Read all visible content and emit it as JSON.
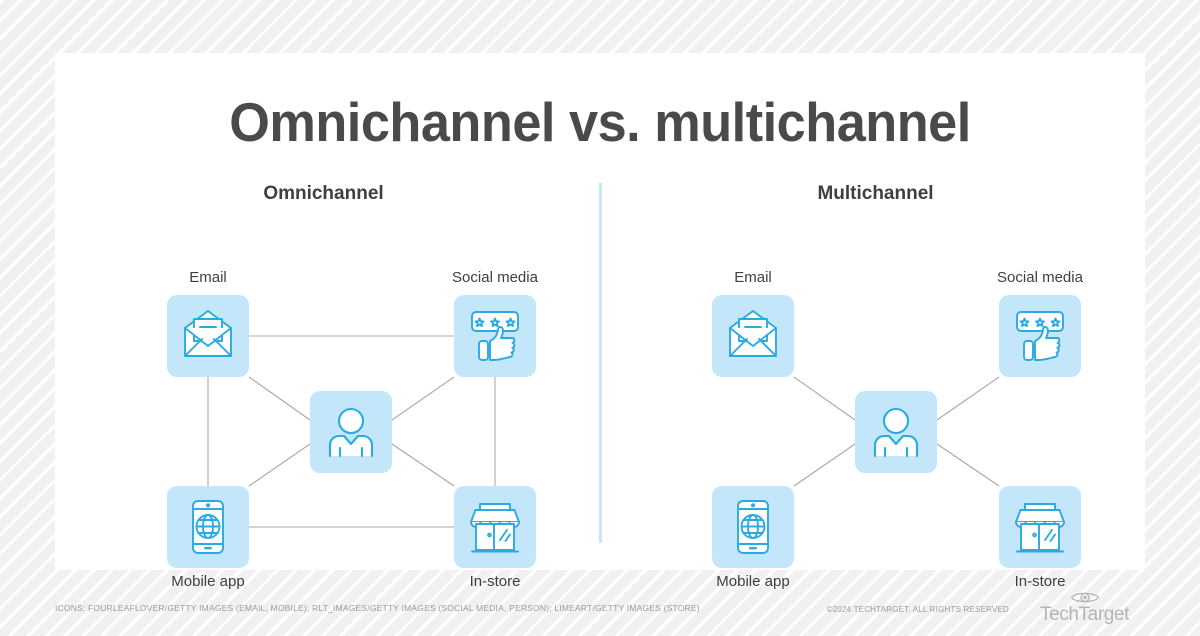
{
  "page": {
    "title": "Omnichannel vs. multichannel",
    "background": "#f1f1f1",
    "card_background": "#ffffff",
    "accent_color": "#29abe2",
    "tile_color": "#c3e6fa",
    "divider_color": "#c7e7f8",
    "connector_color": "#a8a8a8",
    "title_color": "#4a4a4a"
  },
  "panels": [
    {
      "id": "omnichannel",
      "heading": "Omnichannel",
      "nodes": [
        {
          "key": "email",
          "label": "Email",
          "icon": "envelope-icon",
          "label_position": "top"
        },
        {
          "key": "social",
          "label": "Social media",
          "icon": "thumbs-up-icon",
          "label_position": "top"
        },
        {
          "key": "person",
          "label": "",
          "icon": "person-icon",
          "label_position": "none"
        },
        {
          "key": "mobile",
          "label": "Mobile app",
          "icon": "smartphone-icon",
          "label_position": "bottom"
        },
        {
          "key": "store",
          "label": "In-store",
          "icon": "storefront-icon",
          "label_position": "bottom"
        }
      ],
      "connections": [
        [
          "email",
          "social"
        ],
        [
          "email",
          "mobile"
        ],
        [
          "social",
          "store"
        ],
        [
          "mobile",
          "store"
        ],
        [
          "email",
          "person"
        ],
        [
          "social",
          "person"
        ],
        [
          "mobile",
          "person"
        ],
        [
          "store",
          "person"
        ]
      ]
    },
    {
      "id": "multichannel",
      "heading": "Multichannel",
      "nodes": [
        {
          "key": "email",
          "label": "Email",
          "icon": "envelope-icon",
          "label_position": "top"
        },
        {
          "key": "social",
          "label": "Social media",
          "icon": "thumbs-up-icon",
          "label_position": "top"
        },
        {
          "key": "person",
          "label": "",
          "icon": "person-icon",
          "label_position": "none"
        },
        {
          "key": "mobile",
          "label": "Mobile app",
          "icon": "smartphone-icon",
          "label_position": "bottom"
        },
        {
          "key": "store",
          "label": "In-store",
          "icon": "storefront-icon",
          "label_position": "bottom"
        }
      ],
      "connections": [
        [
          "email",
          "person"
        ],
        [
          "social",
          "person"
        ],
        [
          "mobile",
          "person"
        ],
        [
          "store",
          "person"
        ]
      ]
    }
  ],
  "footer": {
    "credits": "ICONS: FOURLEAFLOVER/GETTY IMAGES (EMAIL, MOBILE); RLT_IMAGES/GETTY IMAGES (SOCIAL MEDIA, PERSON); LIMEART/GETTY IMAGES (STORE)",
    "copyright": "©2024 TECHTARGET. ALL RIGHTS RESERVED",
    "brand_name": "TechTarget",
    "brand_icon": "eye-icon"
  }
}
